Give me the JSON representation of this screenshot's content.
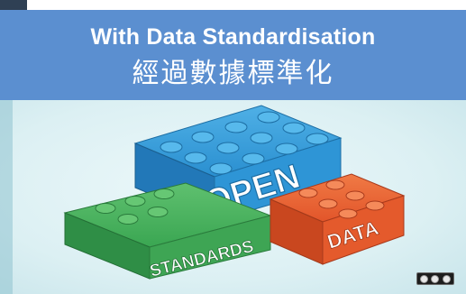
{
  "banner": {
    "title": "With Data Standardisation",
    "subtitle": "經過數據標準化",
    "background_color": "#5b8fd0",
    "text_color": "#ffffff"
  },
  "illustration": {
    "bricks": [
      {
        "label": "OPEN",
        "color": "#2f97d6"
      },
      {
        "label": "STANDARDS",
        "color": "#3fa95a"
      },
      {
        "label": "DATA",
        "color": "#e85a2e"
      }
    ],
    "background_color": "#dff1f4"
  },
  "license_badge": {
    "icon": "creative-commons-icon"
  }
}
